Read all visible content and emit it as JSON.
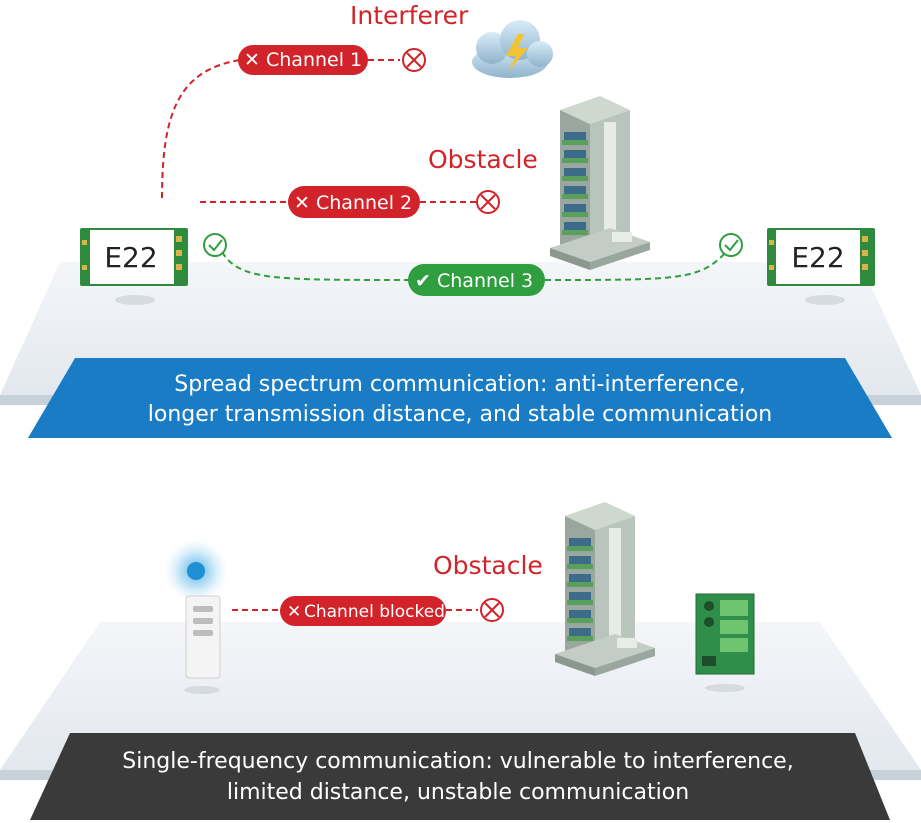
{
  "top_scene": {
    "interferer_label": "Interferer",
    "obstacle_label": "Obstacle",
    "module_left_label": "E22",
    "module_right_label": "E22",
    "channels": [
      {
        "label": "Channel 1",
        "status": "blocked",
        "mark": "✕"
      },
      {
        "label": "Channel 2",
        "status": "blocked",
        "mark": "✕"
      },
      {
        "label": "Channel 3",
        "status": "ok",
        "mark": "✔"
      }
    ],
    "banner_line1": "Spread spectrum communication: anti-interference,",
    "banner_line2": "longer transmission distance, and stable communication",
    "banner_color": "#1a7cc4"
  },
  "bottom_scene": {
    "obstacle_label": "Obstacle",
    "channel": {
      "label": "Channel blocked",
      "status": "blocked",
      "mark": "✕"
    },
    "banner_line1": "Single-frequency communication: vulnerable to interference,",
    "banner_line2": "limited distance, unstable communication",
    "banner_color": "#3a3a3a"
  },
  "colors": {
    "blocked": "#d2232a",
    "ok": "#2e9e3e",
    "floor": "#e9edf2"
  },
  "icons": [
    "cloud-lightning-icon",
    "building-icon",
    "blocked-circle-icon",
    "check-circle-icon",
    "remote-control-icon",
    "circuit-board-icon"
  ]
}
